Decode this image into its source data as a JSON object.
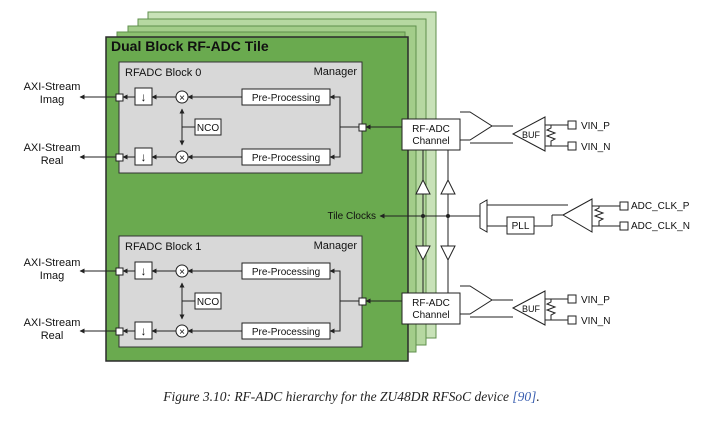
{
  "diagram": {
    "tile_title": "Dual Block RF-ADC Tile",
    "blocks": [
      {
        "title": "RFADC Block 0",
        "manager": "Manager",
        "outputs": [
          {
            "line1": "AXI-Stream",
            "line2": "Imag"
          },
          {
            "line1": "AXI-Stream",
            "line2": "Real"
          }
        ],
        "pre_top": "Pre-Processing",
        "pre_bottom": "Pre-Processing",
        "nco": "NCO",
        "decim": "↓",
        "mixer": "×",
        "channel_line1": "RF-ADC",
        "channel_line2": "Channel",
        "buf": "BUF",
        "vin_p": "VIN_P",
        "vin_n": "VIN_N"
      },
      {
        "title": "RFADC Block 1",
        "manager": "Manager",
        "outputs": [
          {
            "line1": "AXI-Stream",
            "line2": "Imag"
          },
          {
            "line1": "AXI-Stream",
            "line2": "Real"
          }
        ],
        "pre_top": "Pre-Processing",
        "pre_bottom": "Pre-Processing",
        "nco": "NCO",
        "decim": "↓",
        "mixer": "×",
        "channel_line1": "RF-ADC",
        "channel_line2": "Channel",
        "buf": "BUF",
        "vin_p": "VIN_P",
        "vin_n": "VIN_N"
      }
    ],
    "tile_clocks": "Tile Clocks",
    "pll": "PLL",
    "adc_clk_p": "ADC_CLK_P",
    "adc_clk_n": "ADC_CLK_N"
  },
  "caption": {
    "text": "Figure 3.10:  RF-ADC hierarchy for the ZU48DR RFSoC device ",
    "ref": "[90]",
    "end": "."
  },
  "colors": {
    "tile_green": "#6aaa4f",
    "stack_green": "#a9cf92",
    "block_gray": "#d8d8d8",
    "wire": "#222222",
    "ref_blue": "#3a5fb0"
  }
}
